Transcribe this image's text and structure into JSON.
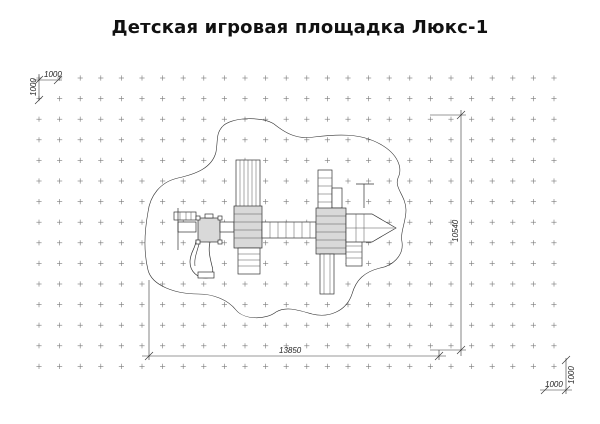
{
  "title": "Детская игровая площадка Люкс-1",
  "grid": {
    "step_label_x": "1000",
    "step_label_y": "1000"
  },
  "dimensions": {
    "width": "13850",
    "depth": "10540"
  },
  "colors": {
    "line": "#333333",
    "grid": "#777777",
    "deck": "#d9d9d9"
  }
}
